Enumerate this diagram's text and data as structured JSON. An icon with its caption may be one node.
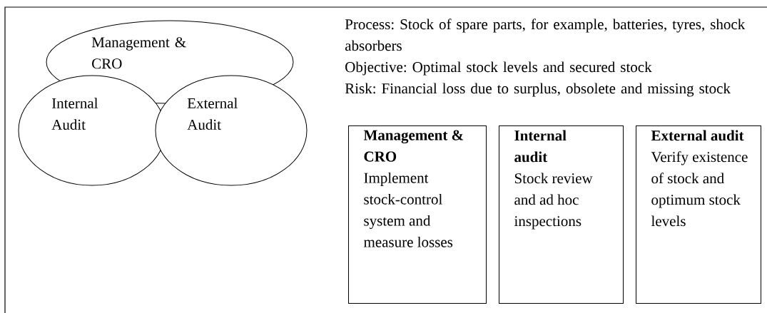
{
  "diagram": {
    "nodes": [
      {
        "text": [
          "Management & CRO"
        ]
      },
      {
        "text": [
          "Internal Audit"
        ]
      },
      {
        "text": [
          "External Audit"
        ]
      },
      {
        "text": [
          "Management & CRO",
          "Implement stock-control system and measure losses"
        ]
      },
      {
        "text": [
          "Internal audit",
          "Stock review and ad hoc inspections"
        ]
      },
      {
        "text": [
          "External audit",
          "Verify existence of stock and optimum stock levels"
        ]
      }
    ],
    "labels": [
      "Process: Stock of spare parts, for example, batteries, tyres, shock absorbers",
      "Objective: Optimal stock levels and secured stock",
      "Risk: Financial loss due to surplus, obsolete and missing stock"
    ]
  }
}
